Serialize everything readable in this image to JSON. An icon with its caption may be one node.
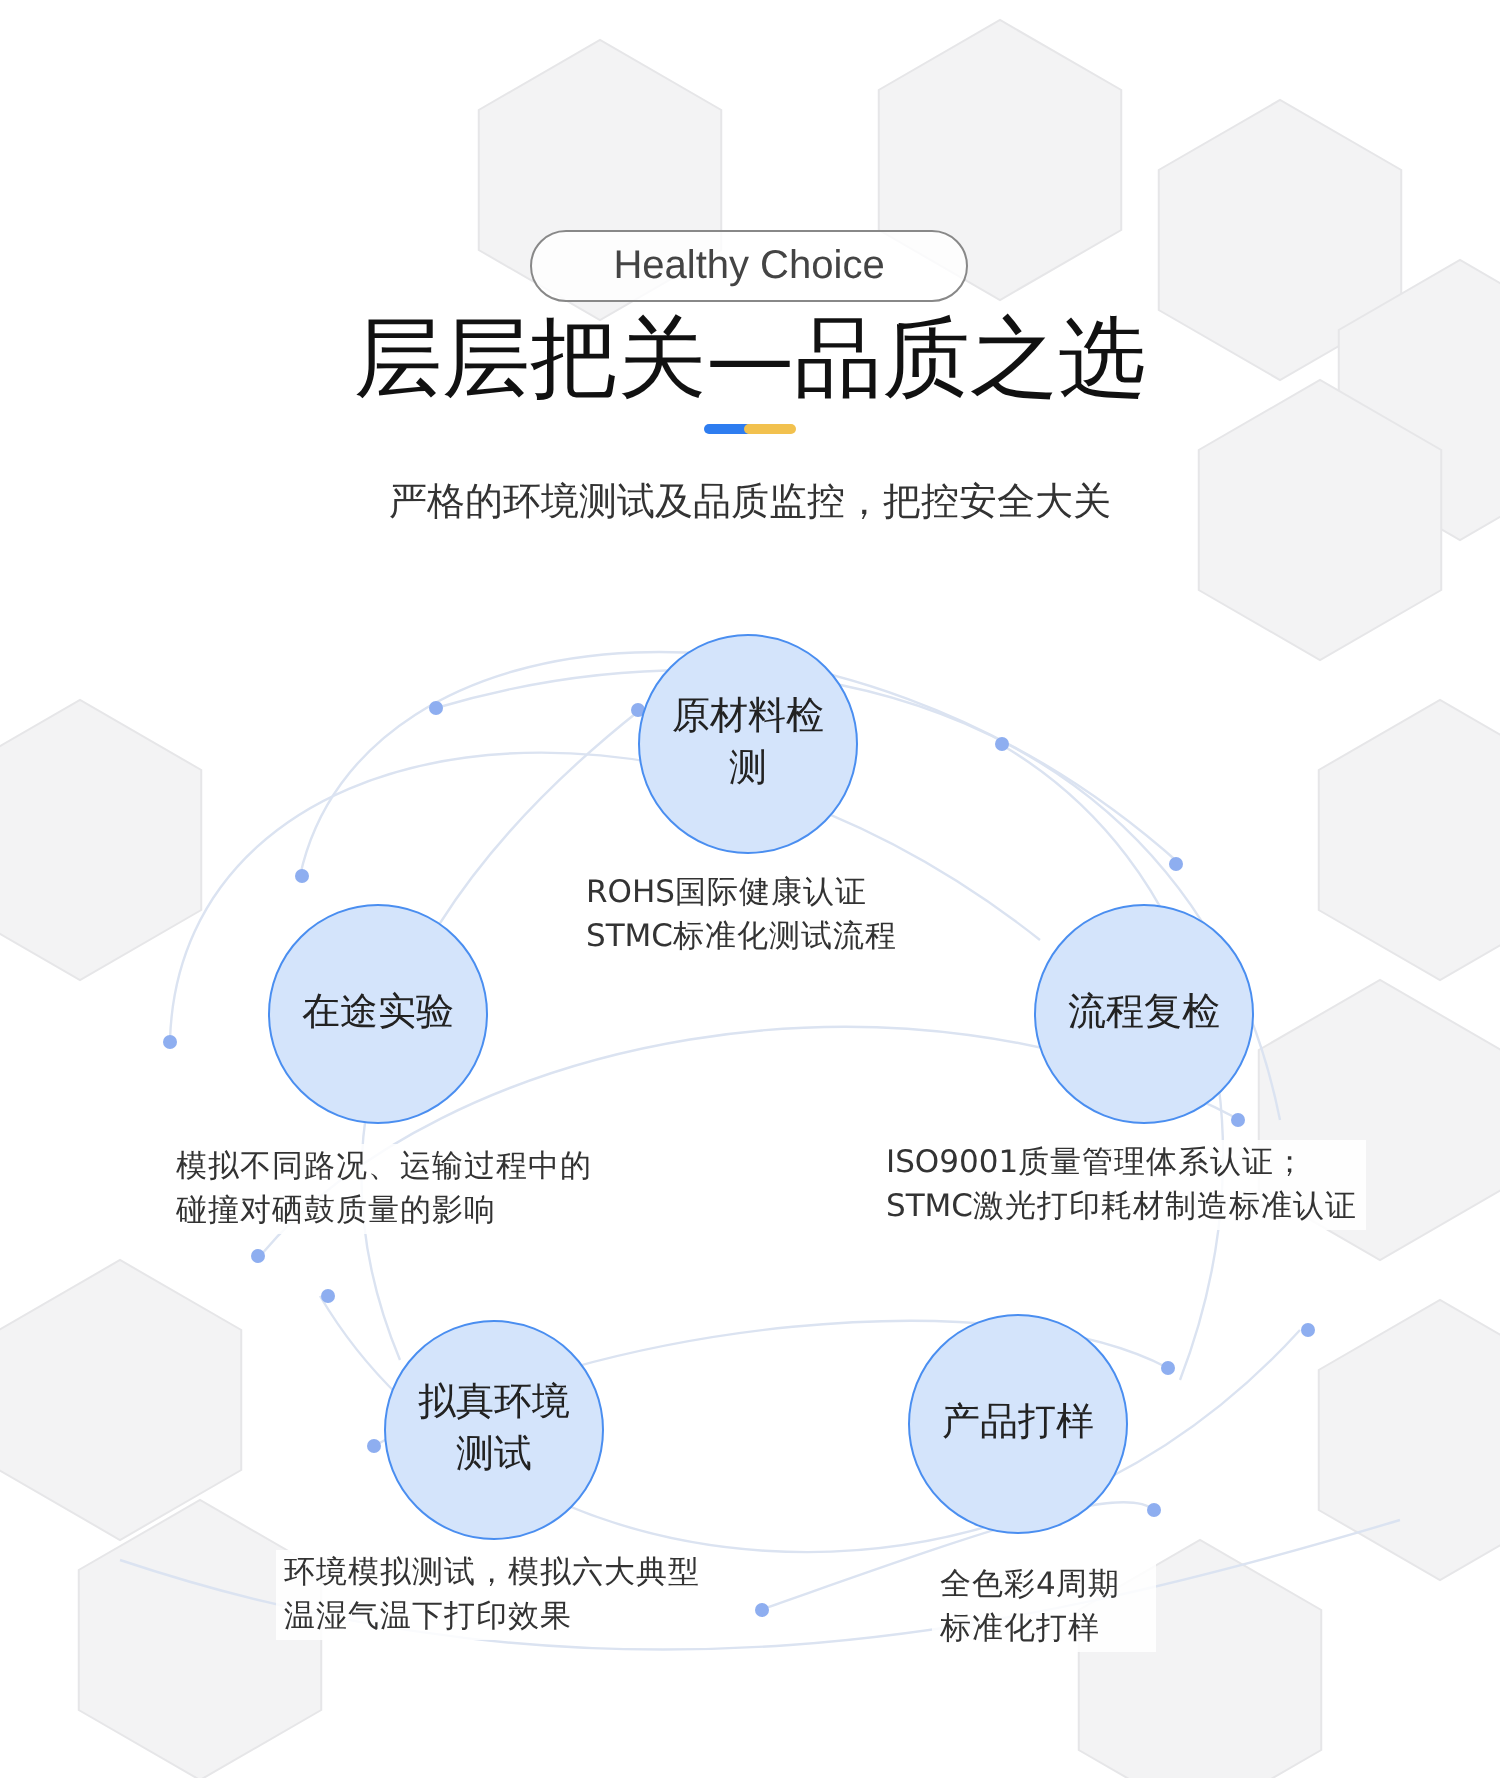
{
  "diagram": {
    "title": "层层把关—品质之选",
    "nodes": [
      {
        "text": [
          "Healthy Choice"
        ]
      },
      {
        "text": [
          "原材料检测"
        ],
        "beside": [
          "ROHS国际健康认证",
          "STMC标准化测试流程"
        ]
      },
      {
        "text": [
          "在途实验"
        ],
        "beside": [
          "模拟不同路况、运输过程中的碰撞对硒鼓质量的影响"
        ]
      },
      {
        "text": [
          "流程复检"
        ],
        "beside": [
          "ISO9001质量管理体系认证；",
          "STMC激光打印耗材制造标准认证"
        ]
      },
      {
        "text": [
          "拟真环境测试"
        ],
        "beside": [
          "环境模拟测试，模拟六大典型温湿气温下打印效果"
        ]
      },
      {
        "text": [
          "产品打样"
        ],
        "beside": [
          "全色彩4周期标准化打样"
        ]
      }
    ],
    "labels": [
      "严格的环境测试及品质监控，把控安全大关"
    ]
  }
}
